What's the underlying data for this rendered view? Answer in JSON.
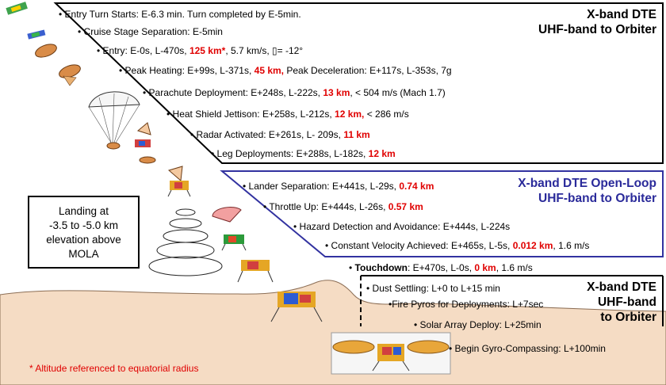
{
  "phases": [
    {
      "id": "top",
      "line1": "X-band DTE",
      "line2": "UHF-band to Orbiter",
      "color": "#000000"
    },
    {
      "id": "mid",
      "line1": "X-band DTE Open-Loop",
      "line2": "UHF-band to Orbiter",
      "color": "#2a2a9a"
    },
    {
      "id": "bottom",
      "line1": "X-band DTE",
      "line2": "UHF-band",
      "line3": "to Orbiter",
      "color": "#000000"
    }
  ],
  "events": {
    "entry_turn": {
      "text": "Entry Turn Starts: E-6.3 min.  Turn completed by E-5min."
    },
    "cruise_sep": {
      "text": "Cruise Stage Separation: E-5min"
    },
    "entry": {
      "pre": "Entry: E-0s, L-470s, ",
      "red": "125 km*",
      "post": ", 5.7 km/s, ",
      "sym": "▯",
      "post2": "= -12°"
    },
    "peak_heating": {
      "pre": "Peak Heating: E+99s, L-371s, ",
      "red": "45 km,",
      "post": "  Peak Deceleration: E+117s, L-353s, 7g"
    },
    "parachute": {
      "pre": "Parachute Deployment: E+248s, L-222s, ",
      "red": "13 km",
      "post": ", < 504 m/s (Mach 1.7)"
    },
    "heatshield": {
      "pre": "Heat Shield Jettison: E+258s, L-212s, ",
      "red": "12 km,",
      "post": "  < 286 m/s"
    },
    "radar": {
      "pre": "Radar Activated: E+261s, L- 209s, ",
      "red": "11 km",
      "post": ""
    },
    "legs": {
      "pre": "Leg Deployments: E+288s, L-182s, ",
      "red": "12 km",
      "post": ""
    },
    "lander_sep": {
      "pre": "Lander Separation: E+441s, L-29s, ",
      "red": "0.74 km",
      "post": ""
    },
    "throttle": {
      "pre": "Throttle Up: E+444s, L-26s, ",
      "red": "0.57 km",
      "post": ""
    },
    "hazard": {
      "text": "Hazard Detection and Avoidance: E+444s, L-224s"
    },
    "const_vel": {
      "pre": "Constant Velocity Achieved: E+465s, L-5s, ",
      "red": "0.012 km",
      "post": ", 1.6 m/s"
    },
    "touchdown": {
      "bold": "Touchdown",
      "pre": ": E+470s, L-0s, ",
      "red": "0 km",
      "post": ", 1.6 m/s"
    },
    "dust": {
      "text": "Dust Settling: L+0 to L+15 min"
    },
    "pyros": {
      "text": "Fire Pyros for Deployments: L+7sec"
    },
    "solar": {
      "text": "Solar Array Deploy:  L+25min"
    },
    "gyro": {
      "text": "Begin Gyro-Compassing: L+100min"
    }
  },
  "landing_box": {
    "line1": "Landing at",
    "line2": "-3.5 to -5.0 km",
    "line3": "elevation above",
    "line4": "MOLA"
  },
  "footnote": "* Altitude referenced to equatorial radius",
  "colors": {
    "ground": "#f5dcc4",
    "red_value": "#e00000",
    "blue_phase": "#2a2a9a",
    "box_blue": "#3232a0"
  },
  "icons": [
    "cruise-stage-icon",
    "aeroshell-icon",
    "parachute-icon",
    "lander-icon",
    "solar-array-icon",
    "radar-beam-icon"
  ]
}
